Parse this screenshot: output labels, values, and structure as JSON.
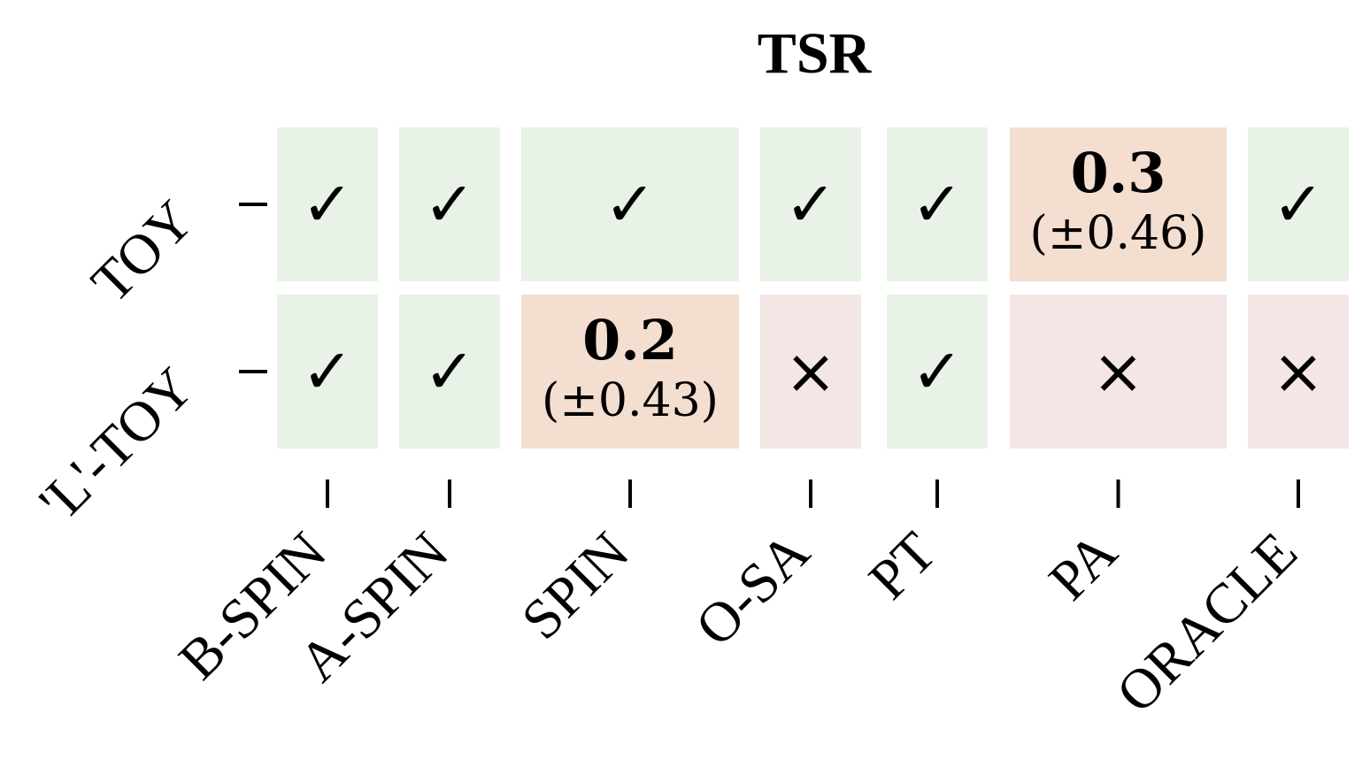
{
  "chart_data": {
    "type": "heatmap",
    "title": "TSR",
    "rows": [
      "TOY",
      "'L'-TOY"
    ],
    "columns": [
      "B-SPIN",
      "A-SPIN",
      "SPIN",
      "O-SA",
      "PT",
      "PA",
      "ORACLE"
    ],
    "cells": [
      [
        {
          "kind": "check"
        },
        {
          "kind": "check"
        },
        {
          "kind": "check"
        },
        {
          "kind": "check"
        },
        {
          "kind": "check"
        },
        {
          "kind": "value",
          "value": "0.3",
          "err": "(±0.46)"
        },
        {
          "kind": "check"
        }
      ],
      [
        {
          "kind": "check"
        },
        {
          "kind": "check"
        },
        {
          "kind": "value",
          "value": "0.2",
          "err": "(±0.43)"
        },
        {
          "kind": "cross"
        },
        {
          "kind": "check"
        },
        {
          "kind": "cross"
        },
        {
          "kind": "cross"
        }
      ]
    ],
    "symbols": {
      "check": "✓",
      "cross": "×"
    },
    "colors": {
      "check": "#e8f2e6",
      "value": "#f3ded0",
      "cross": "#f3e6e4"
    }
  }
}
